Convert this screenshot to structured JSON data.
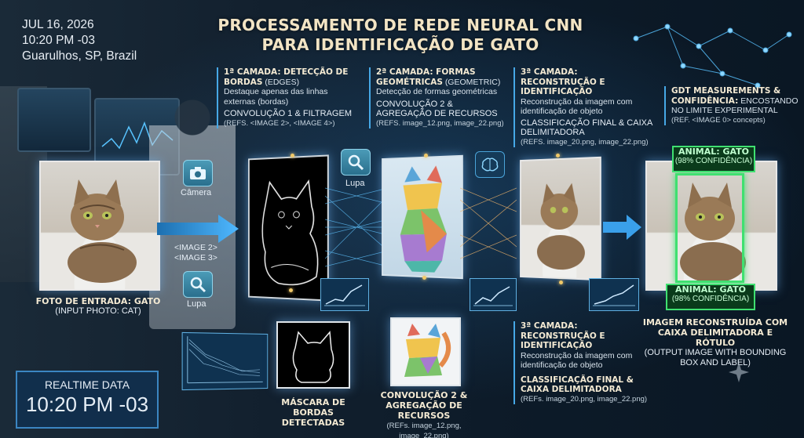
{
  "title": {
    "line1": "PROCESSAMENTO DE REDE NEURAL CNN",
    "line2": "PARA IDENTIFICAÇÃO DE GATO"
  },
  "datetime": {
    "date": "JUL 16, 2026",
    "time": "10:20 PM -03",
    "location": "Guarulhos, SP, Brazil"
  },
  "layer1": {
    "hdr": "1ª CAMADA: DETECÇÃO DE BORDAS",
    "sub": "(EDGES)",
    "desc": "Destaque apenas das linhas externas (bordas)",
    "conv": "CONVOLUÇÃO 1 & FILTRAGEM",
    "refs": "(REFS. <IMAGE 2>, <IMAGE 4>)"
  },
  "layer2": {
    "hdr": "2ª CAMADA: FORMAS GEOMÉTRICAS",
    "sub": "(GEOMETRIC)",
    "desc": "Detecção de formas geométricas",
    "conv": "CONVOLUÇÃO 2 & AGREGAÇÃO DE RECURSOS",
    "refs": "(REFS. image_12.png, image_22.png)"
  },
  "layer3": {
    "hdr": "3ª CAMADA: RECONSTRUÇÃO E IDENTIFICAÇÃO",
    "desc": "Reconstrução da imagem com identificação de objeto",
    "conv": "CLASSIFICAÇÃO FINAL & CAIXA DELIMITADORA",
    "refs": "(REFS. image_20.png, image_22.png)"
  },
  "gdt": {
    "hdr": "GDT MEASUREMENTS & CONFIDÊNCIA:",
    "body": "ENCOSTANDO NO LIMITE EXPERIMENTAL",
    "refs": "(REF. <IMAGE 0> concepts)"
  },
  "icons": {
    "camera": "Câmera",
    "lupa_top": "Lupa",
    "lupa_bottom": "Lupa"
  },
  "input": {
    "refs_line1": "<IMAGE 2>",
    "refs_line2": "<IMAGE 3>",
    "caption": "FOTO DE ENTRADA: GATO",
    "caption_sub": "(INPUT PHOTO: CAT)"
  },
  "mask_caption": {
    "line1": "MÁSCARA DE",
    "line2": "BORDAS DETECTADAS"
  },
  "conv2_caption": {
    "hdr": "CONVOLUÇÃO 2 & AGREGAÇÃO DE RECURSOS",
    "refs": "(REFs. image_12.png, image_22.png)"
  },
  "layer3_bottom": {
    "hdr": "3ª CAMADA: RECONSTRUÇÃO E IDENTIFICAÇÃO",
    "desc": "Reconstrução da imagem com identificação de objeto",
    "class_hdr": "CLASSIFICAÇÃO FINAL & CAIXA DELIMITADORA",
    "refs": "(REFs. image_20.png, image_22.png)"
  },
  "labels": {
    "top_hdr": "ANIMAL: GATO",
    "top_sub": "(98% CONFIDÊNCIA)",
    "bottom_hdr": "ANIMAL: GATO",
    "bottom_sub": "(98% CONFIDÊNCIA)"
  },
  "output": {
    "caption": "IMAGEM RECONSTRUÍDA COM CAIXA DELIMITADORA E RÓTULO",
    "sub": "(OUTPUT IMAGE WITH BOUNDING BOX AND LABEL)"
  },
  "realtime": {
    "label": "REALTIME DATA",
    "time": "10:20 PM -03"
  },
  "colors": {
    "accent": "#46a8e6",
    "label_green": "#3fe070",
    "title": "#f2e4c4",
    "arrow": "#3aa0ea"
  }
}
